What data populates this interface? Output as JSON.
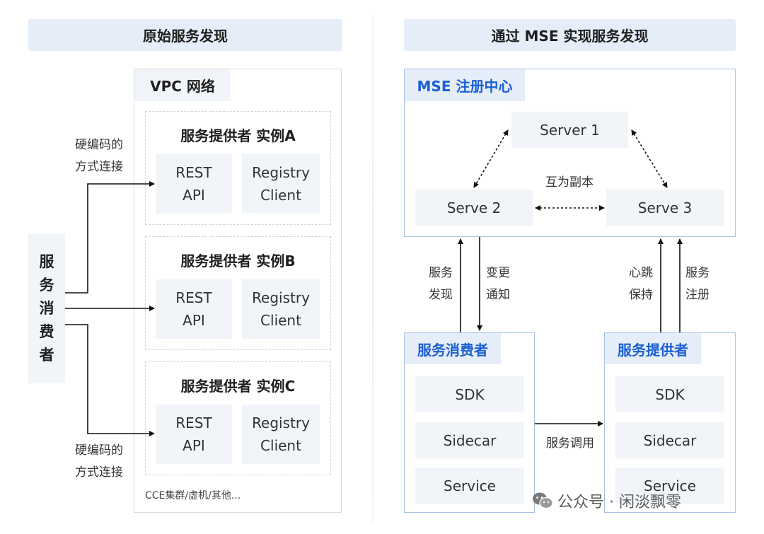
{
  "left": {
    "header": "原始服务发现",
    "vpc_label": "VPC 网络",
    "consumer_label": "服\n务\n消\n费\n者",
    "note_top": "硬编码的\n方式连接",
    "note_bottom": "硬编码的\n方式连接",
    "instances": [
      {
        "title": "服务提供者 实例A",
        "rest": "REST\nAPI",
        "registry": "Registry\nClient"
      },
      {
        "title": "服务提供者 实例B",
        "rest": "REST\nAPI",
        "registry": "Registry\nClient"
      },
      {
        "title": "服务提供者 实例C",
        "rest": "REST\nAPI",
        "registry": "Registry\nClient"
      }
    ],
    "footer": "CCE集群/虚机/其他..."
  },
  "right": {
    "header": "通过 MSE 实现服务发现",
    "registry_label": "MSE 注册中心",
    "server1": "Server 1",
    "server2": "Serve 2",
    "server3": "Serve 3",
    "replica_label": "互为副本",
    "discover_label": "服务\n发现",
    "notify_label": "变更\n通知",
    "heartbeat_label": "心跳\n保持",
    "register_label": "服务\n注册",
    "invoke_label": "服务调用",
    "consumer": {
      "title": "服务消费者",
      "items": [
        "SDK",
        "Sidecar",
        "Service"
      ]
    },
    "provider": {
      "title": "服务提供者",
      "items": [
        "SDK",
        "Sidecar",
        "Service"
      ]
    }
  },
  "watermark": "公众号 · 闲淡飘零",
  "colors": {
    "accent_blue": "#1b5fd1",
    "header_bg": "#e4edf8",
    "box_bg": "#f1f4f8",
    "blue_border": "#a7c3ec"
  }
}
